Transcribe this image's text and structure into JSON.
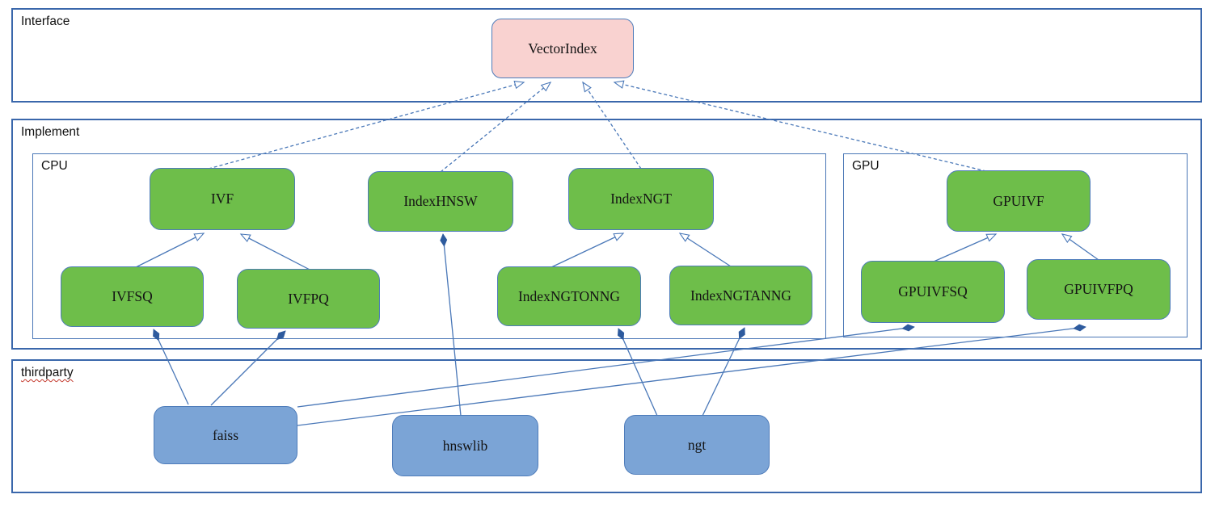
{
  "diagram": {
    "containers": [
      {
        "id": "interface",
        "label": "Interface"
      },
      {
        "id": "implement",
        "label": "Implement"
      },
      {
        "id": "cpu",
        "label": "CPU"
      },
      {
        "id": "gpu",
        "label": "GPU"
      },
      {
        "id": "thirdparty",
        "label": "thirdparty"
      }
    ],
    "nodes": [
      {
        "id": "vectorindex",
        "label": "VectorIndex",
        "kind": "interface"
      },
      {
        "id": "ivf",
        "label": "IVF",
        "kind": "class"
      },
      {
        "id": "indexhnsw",
        "label": "IndexHNSW",
        "kind": "class"
      },
      {
        "id": "indexngt",
        "label": "IndexNGT",
        "kind": "class"
      },
      {
        "id": "ivfsq",
        "label": "IVFSQ",
        "kind": "class"
      },
      {
        "id": "ivfpq",
        "label": "IVFPQ",
        "kind": "class"
      },
      {
        "id": "indexngtonng",
        "label": "IndexNGTONNG",
        "kind": "class"
      },
      {
        "id": "indexngtanng",
        "label": "IndexNGTANNG",
        "kind": "class"
      },
      {
        "id": "gpuivf",
        "label": "GPUIVF",
        "kind": "class"
      },
      {
        "id": "gpuivfsq",
        "label": "GPUIVFSQ",
        "kind": "class"
      },
      {
        "id": "gpuivfpq",
        "label": "GPUIVFPQ",
        "kind": "class"
      },
      {
        "id": "faiss",
        "label": "faiss",
        "kind": "thirdparty-lib"
      },
      {
        "id": "hnswlib",
        "label": "hnswlib",
        "kind": "thirdparty-lib"
      },
      {
        "id": "ngt",
        "label": "ngt",
        "kind": "thirdparty-lib"
      }
    ],
    "edges": [
      {
        "from": "IVF",
        "to": "VectorIndex",
        "relation": "realization-dashed"
      },
      {
        "from": "IndexHNSW",
        "to": "VectorIndex",
        "relation": "realization-dashed"
      },
      {
        "from": "IndexNGT",
        "to": "VectorIndex",
        "relation": "realization-dashed"
      },
      {
        "from": "GPUIVF",
        "to": "VectorIndex",
        "relation": "realization-dashed"
      },
      {
        "from": "IVFSQ",
        "to": "IVF",
        "relation": "inheritance"
      },
      {
        "from": "IVFPQ",
        "to": "IVF",
        "relation": "inheritance"
      },
      {
        "from": "IndexNGTONNG",
        "to": "IndexNGT",
        "relation": "inheritance"
      },
      {
        "from": "IndexNGTANNG",
        "to": "IndexNGT",
        "relation": "inheritance"
      },
      {
        "from": "GPUIVFSQ",
        "to": "GPUIVF",
        "relation": "inheritance"
      },
      {
        "from": "GPUIVFPQ",
        "to": "GPUIVF",
        "relation": "inheritance"
      },
      {
        "from": "faiss",
        "to": "IVFSQ",
        "relation": "composition"
      },
      {
        "from": "faiss",
        "to": "IVFPQ",
        "relation": "composition"
      },
      {
        "from": "faiss",
        "to": "GPUIVFSQ",
        "relation": "composition"
      },
      {
        "from": "faiss",
        "to": "GPUIVFPQ",
        "relation": "composition"
      },
      {
        "from": "hnswlib",
        "to": "IndexHNSW",
        "relation": "composition"
      },
      {
        "from": "ngt",
        "to": "IndexNGTONNG",
        "relation": "composition"
      },
      {
        "from": "ngt",
        "to": "IndexNGTANNG",
        "relation": "composition"
      }
    ],
    "colors": {
      "interface_node_fill": "#f9d2d0",
      "class_node_fill": "#6ebe4a",
      "thirdparty_node_fill": "#7ba4d6",
      "node_border": "#4e7cba",
      "container_border": "#3a67ab",
      "connector": "#4a78b8",
      "composition_diamond": "#2e5b9e",
      "spellcheck_underline": "#c43a2d"
    }
  }
}
